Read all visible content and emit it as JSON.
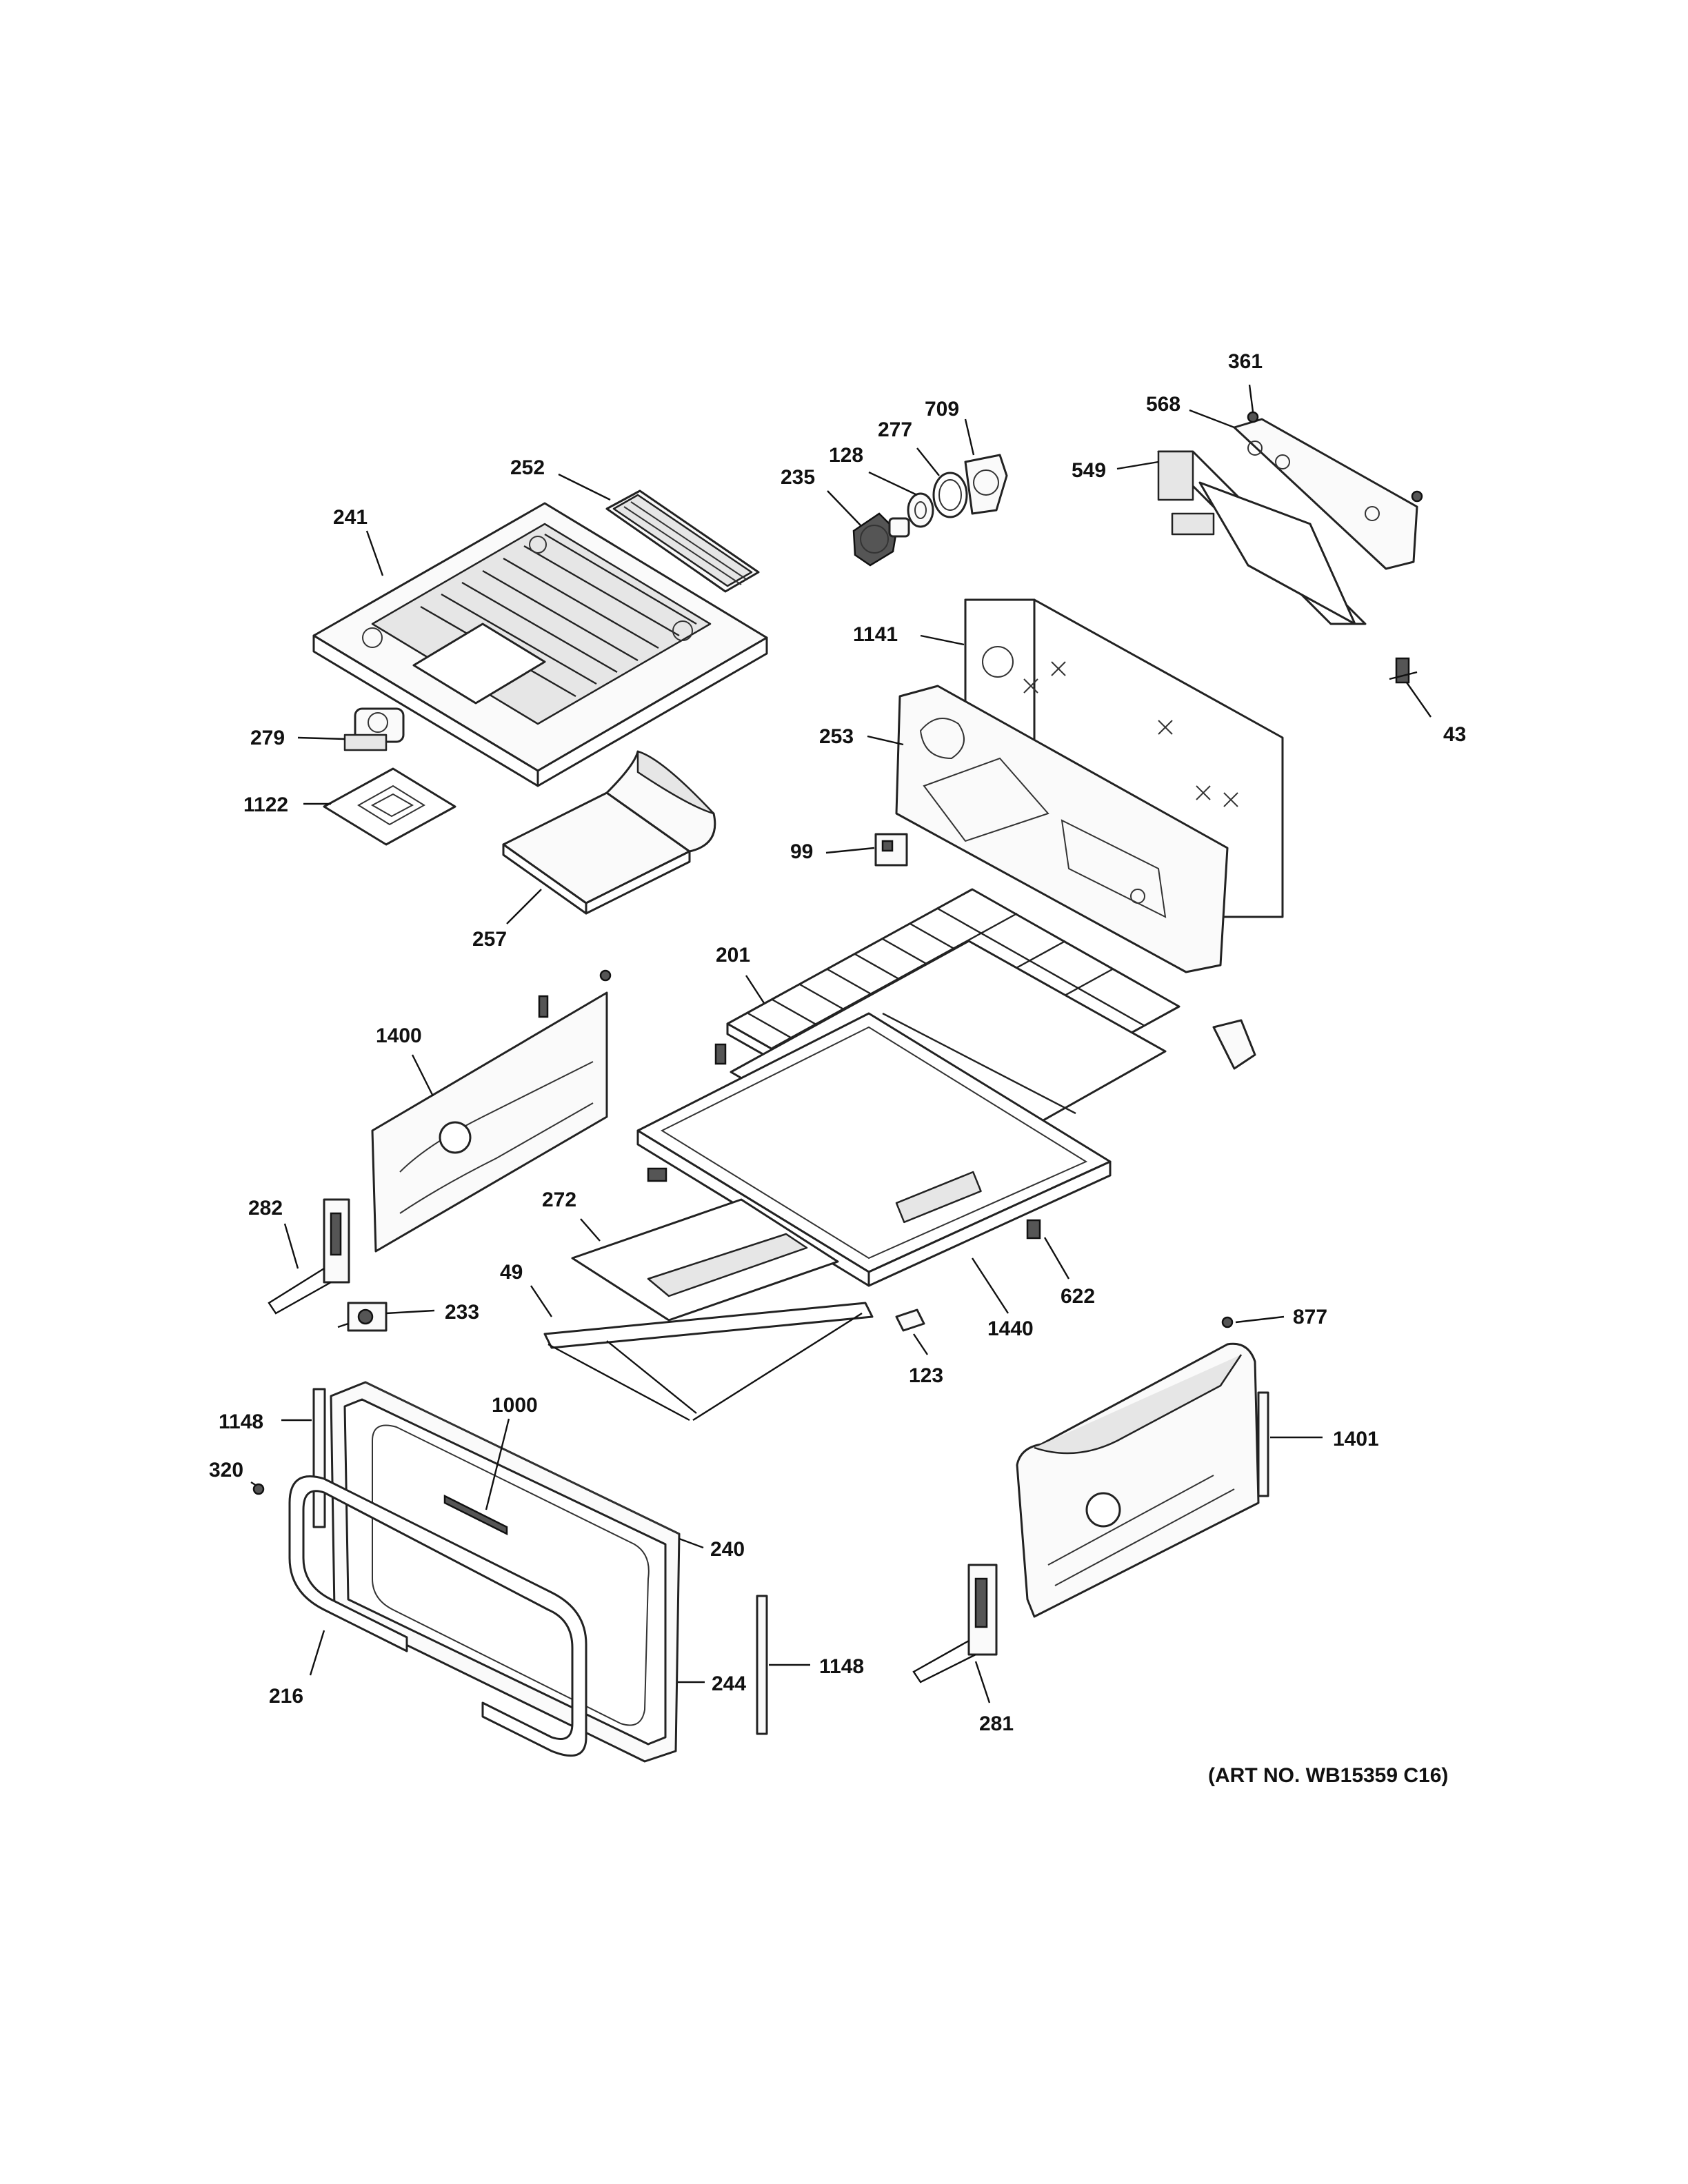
{
  "art_number": "(ART NO. WB15359 C16)",
  "callouts": {
    "c361": "361",
    "c568": "568",
    "c709": "709",
    "c277": "277",
    "c128": "128",
    "c235": "235",
    "c549": "549",
    "c252": "252",
    "c241": "241",
    "c1141": "1141",
    "c43": "43",
    "c253": "253",
    "c279": "279",
    "c1122": "1122",
    "c99": "99",
    "c257": "257",
    "c201": "201",
    "c1400": "1400",
    "c282": "282",
    "c272": "272",
    "c622": "622",
    "c49": "49",
    "c1440": "1440",
    "c233": "233",
    "c877": "877",
    "c123": "123",
    "c1148a": "1148",
    "c1000": "1000",
    "c1401": "1401",
    "c320": "320",
    "c240": "240",
    "c216": "216",
    "c244": "244",
    "c1148b": "1148",
    "c281": "281"
  }
}
